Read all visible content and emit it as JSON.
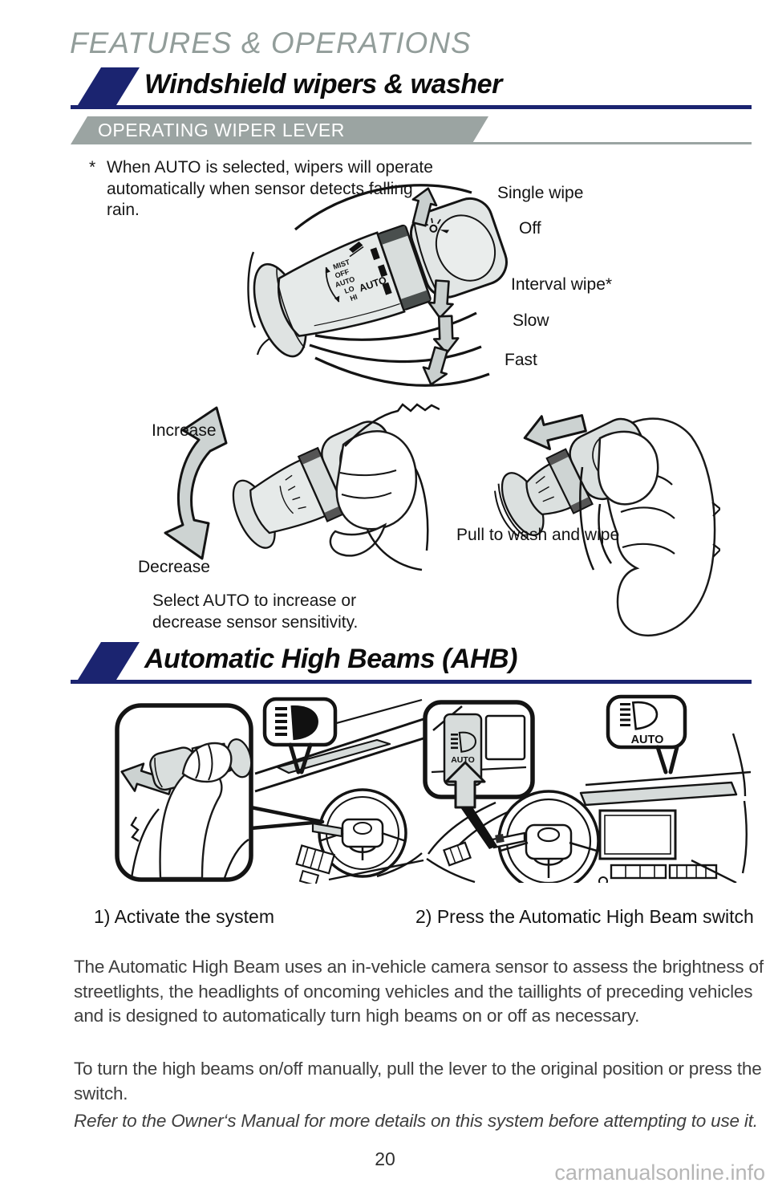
{
  "page": {
    "eyebrow": "FEATURES & OPERATIONS",
    "page_number": "20",
    "watermark": "carmanualsonline.info"
  },
  "colors": {
    "accent_navy": "#1b2470",
    "banner_gray": "#9ba4a2",
    "eyebrow_gray": "#929d9a",
    "illustration_fill": "#dde2e1",
    "watermark_gray": "#b6b6b6"
  },
  "section_wipers": {
    "title": "Windshield wipers & washer",
    "banner": "OPERATING WIPER LEVER",
    "note_star": "*",
    "note_text": "When AUTO is selected, wipers will operate\nautomatically when sensor detects falling\nrain.",
    "lever_labels": [
      "Single wipe",
      "Off",
      "Interval wipe*",
      "Slow",
      "Fast"
    ],
    "lever_markings": [
      "MIST",
      "OFF",
      "AUTO",
      "LO",
      "HI"
    ],
    "lever_ring_label": "AUTO",
    "increase_label": "Increase",
    "decrease_label": "Decrease",
    "sensitivity_note": "Select AUTO to increase or\ndecrease sensor sensitivity.",
    "pull_label": "Pull to wash and wipe"
  },
  "section_ahb": {
    "title": "Automatic High Beams (AHB)",
    "switch_label": "AUTO",
    "callout_label": "AUTO",
    "step1": "1) Activate the system",
    "step2": "2) Press the Automatic High Beam switch",
    "paragraph1": "The Automatic High Beam uses an in-vehicle camera sensor to assess the brightness of streetlights, the headlights of oncoming vehicles and the taillights of preceding vehicles and is designed to automatically turn high beams on or off as necessary.",
    "paragraph2": "To turn the high beams on/off manually, pull the lever to the original position or press the switch.",
    "paragraph3": "Refer to the Owner‘s Manual for more details on this system before attempting to use it."
  }
}
